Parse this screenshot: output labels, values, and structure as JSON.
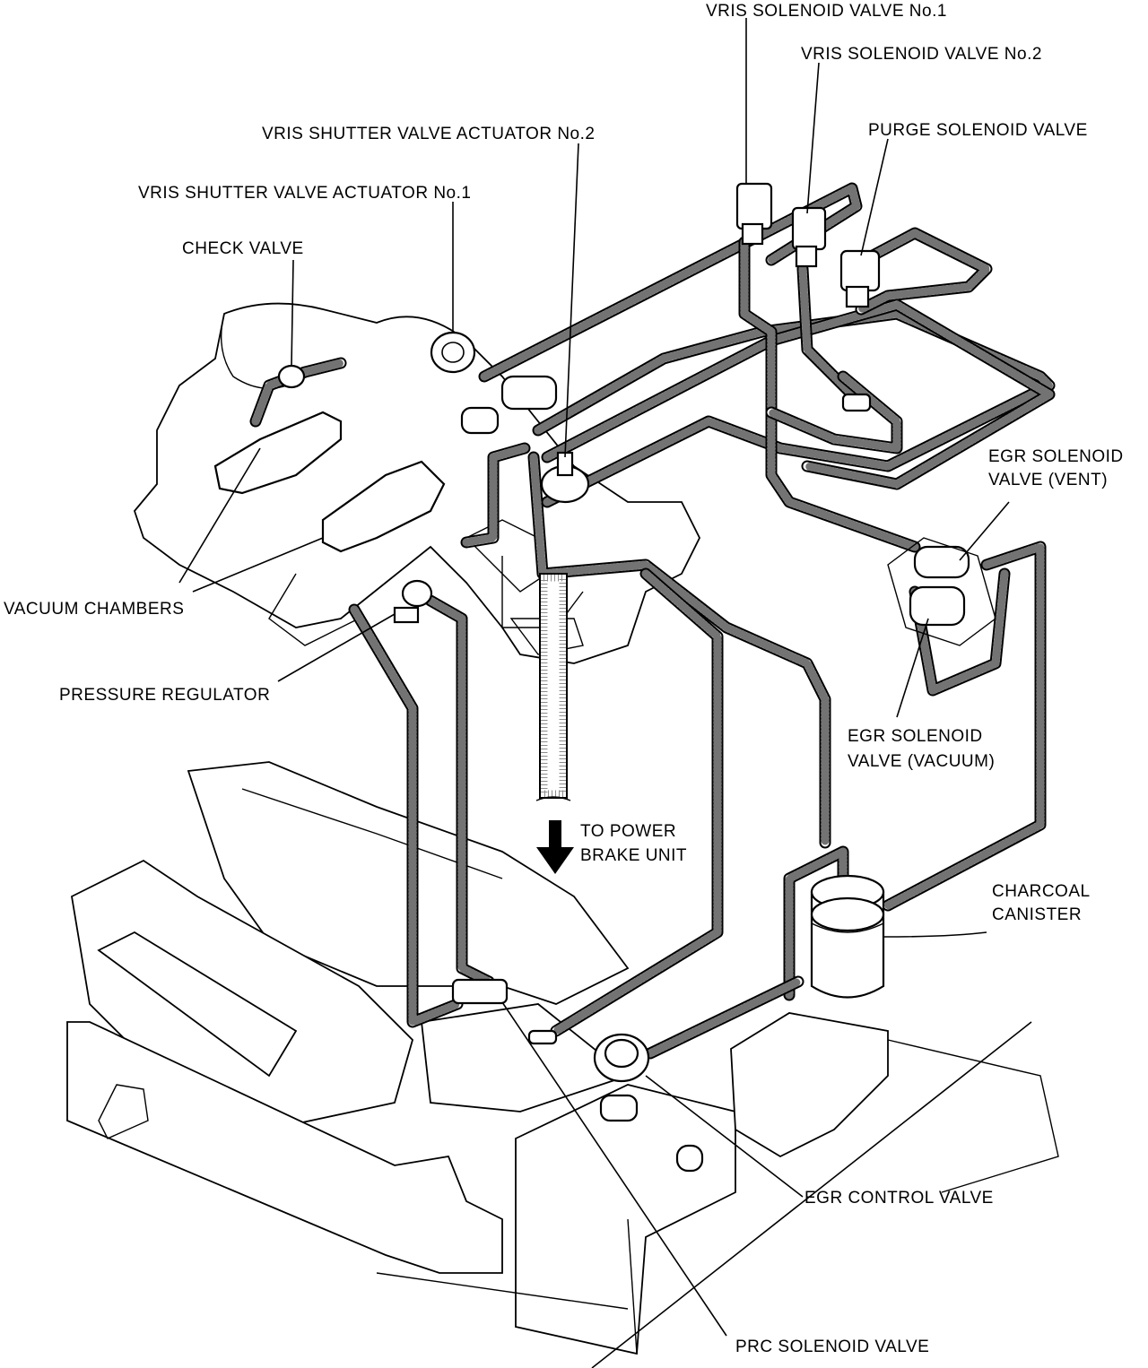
{
  "labels": {
    "vris_solenoid_1": "VRIS SOLENOID VALVE No.1",
    "vris_solenoid_2": "VRIS SOLENOID VALVE No.2",
    "purge_solenoid": "PURGE SOLENOID VALVE",
    "vris_shutter_2": "VRIS SHUTTER VALVE ACTUATOR No.2",
    "vris_shutter_1": "VRIS SHUTTER VALVE ACTUATOR No.1",
    "check_valve": "CHECK VALVE",
    "egr_vent_line1": "EGR SOLENOID",
    "egr_vent_line2": "VALVE (VENT)",
    "vacuum_chambers": "VACUUM CHAMBERS",
    "pressure_regulator": "PRESSURE REGULATOR",
    "egr_vacuum_line1": "EGR SOLENOID",
    "egr_vacuum_line2": "VALVE (VACUUM)",
    "power_brake_line1": "TO POWER",
    "power_brake_line2": "BRAKE UNIT",
    "charcoal_line1": "CHARCOAL",
    "charcoal_line2": "CANISTER",
    "egr_control_valve": "EGR CONTROL VALVE",
    "prc_solenoid": "PRC SOLENOID VALVE"
  }
}
